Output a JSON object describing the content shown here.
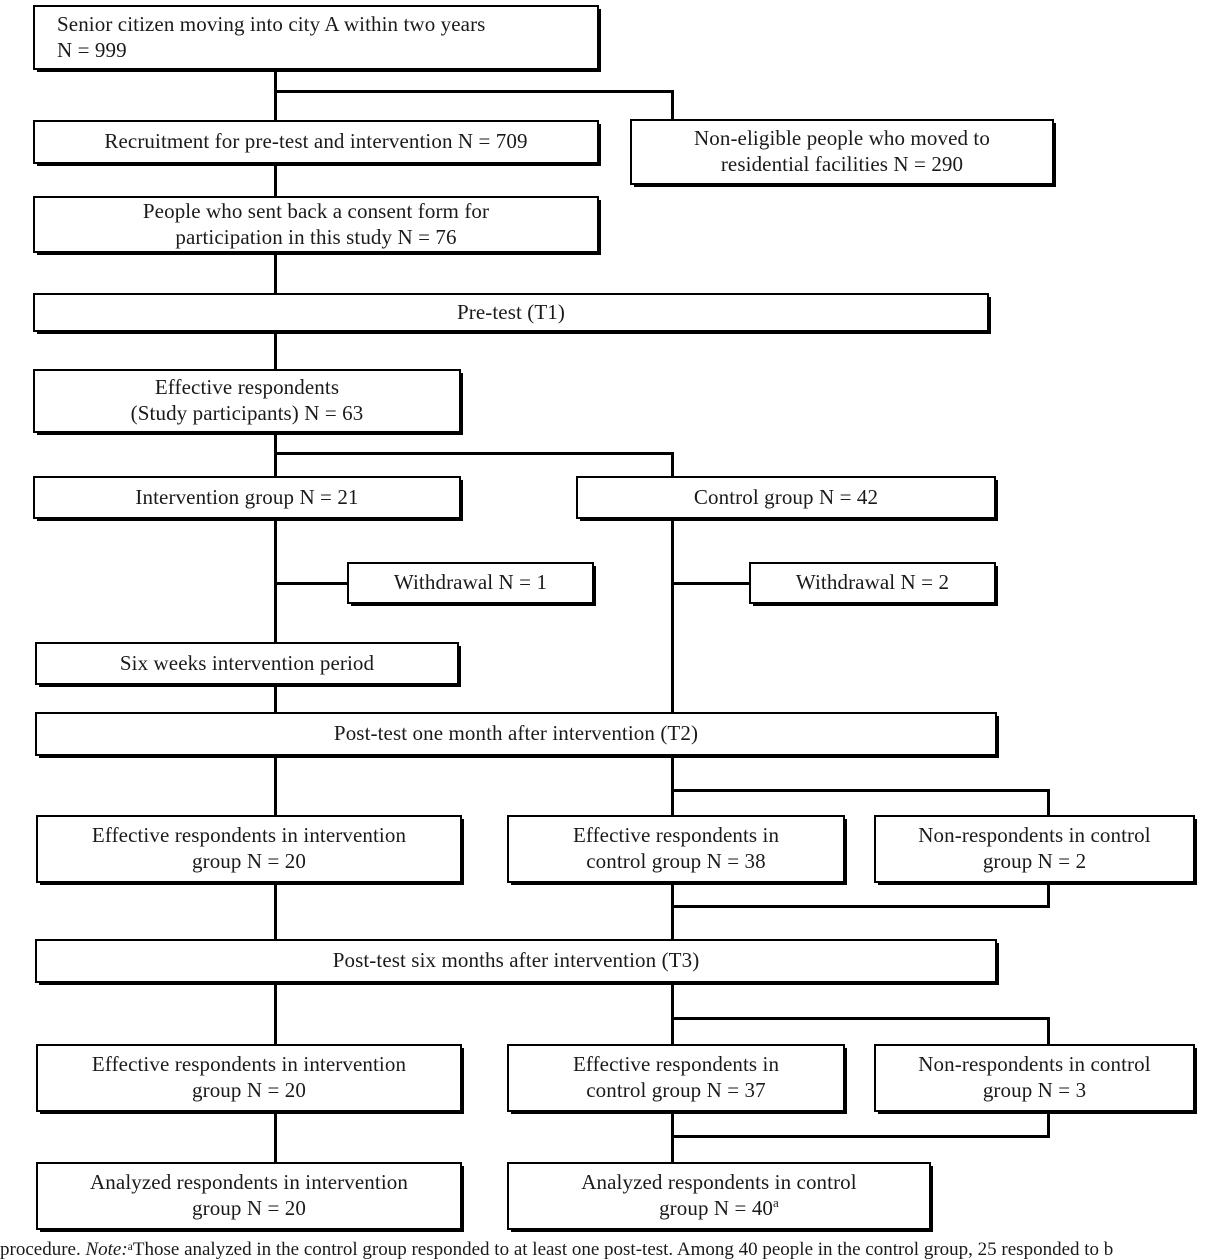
{
  "figure": {
    "type": "flowchart",
    "title": "Participant flow diagram",
    "caption_prefix": "procedure. ",
    "caption_note_label": "Note:",
    "caption_text": "ᵃThose analyzed in the control group responded to at least one post-test. Among 40 people in the control group, 25 responded to b"
  },
  "nodes": {
    "source_population": "Senior citizen moving into city A within two years\nN = 999",
    "recruitment": "Recruitment for pre-test and intervention  N = 709",
    "non_eligible": "Non-eligible people who moved to\nresidential facilities N = 290",
    "consent": "People who sent back a consent form for\nparticipation in this study N = 76",
    "pretest_t1": "Pre-test (T1)",
    "effective_respondents": "Effective respondents\n(Study participants) N = 63",
    "intervention_group": "Intervention group N = 21",
    "control_group": "Control group N = 42",
    "withdrawal_intervention": "Withdrawal N = 1",
    "withdrawal_control": "Withdrawal N = 2",
    "intervention_period": "Six weeks intervention period",
    "posttest_t2": "Post-test one month after intervention (T2)",
    "t2_effective_intervention": "Effective respondents in intervention\ngroup N = 20",
    "t2_effective_control": "Effective respondents in\ncontrol group N = 38",
    "t2_nonrespondents_control": "Non-respondents in control\ngroup N = 2",
    "posttest_t3": "Post-test six months after intervention (T3)",
    "t3_effective_intervention": "Effective respondents in intervention\ngroup N = 20",
    "t3_effective_control": "Effective respondents in\ncontrol group N = 37",
    "t3_nonrespondents_control": "Non-respondents in control\ngroup N = 3",
    "analyzed_intervention": "Analyzed respondents in intervention\ngroup N = 20",
    "analyzed_control_prefix": "Analyzed respondents in control\ngroup N = 40",
    "analyzed_control_superscript": "a"
  },
  "counts": {
    "source_population": 999,
    "recruitment": 709,
    "non_eligible": 290,
    "consent": 76,
    "effective_respondents": 63,
    "intervention_group": 21,
    "control_group": 42,
    "withdrawal_intervention": 1,
    "withdrawal_control": 2,
    "t2_effective_intervention": 20,
    "t2_effective_control": 38,
    "t2_nonrespondents_control": 2,
    "t3_effective_intervention": 20,
    "t3_effective_control": 37,
    "t3_nonrespondents_control": 3,
    "analyzed_intervention": 20,
    "analyzed_control": 40
  },
  "colors": {
    "background": "#ffffff",
    "border": "#000000",
    "text": "#1a1a1a"
  }
}
